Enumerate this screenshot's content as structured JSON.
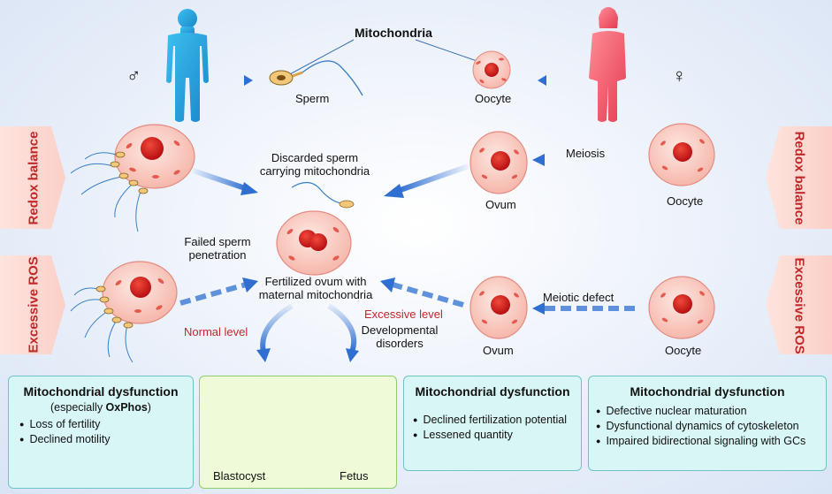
{
  "labels": {
    "mitochondria": "Mitochondria",
    "male_symbol": "♂",
    "female_symbol": "♀",
    "sperm": "Sperm",
    "oocyte_top": "Oocyte",
    "discarded_line1": "Discarded sperm",
    "discarded_line2": "carrying mitochondria",
    "meiosis": "Meiosis",
    "ovum_mid": "Ovum",
    "oocyte_mid": "Oocyte",
    "failed_line1": "Failed sperm",
    "failed_line2": "penetration",
    "fertilized_line1": "Fertilized ovum with",
    "fertilized_line2": "maternal mitochondria",
    "meiotic_defect": "Meiotic defect",
    "excessive_level": "Excessive level",
    "normal_level": "Normal level",
    "dev_line1": "Developmental",
    "dev_line2": "disorders",
    "ovum_low": "Ovum",
    "oocyte_low": "Oocyte",
    "redox_left": "Redox balance",
    "redox_right": "Redox balance",
    "ros_left": "Excessive ROS",
    "ros_right": "Excessive ROS"
  },
  "boxes": {
    "sperm_box": {
      "title": "Mitochondrial dysfunction",
      "sub_prefix": "(especially ",
      "sub_bold": "OxPhos",
      "sub_suffix": ")",
      "items": [
        "Loss of fertility",
        "Declined motility"
      ]
    },
    "embryo_box": {
      "blastocyst": "Blastocyst",
      "fetus": "Fetus"
    },
    "fert_box": {
      "title": "Mitochondrial dysfunction",
      "items": [
        "Declined fertilization potential",
        "Lessened quantity"
      ]
    },
    "oocyte_box": {
      "title": "Mitochondrial dysfunction",
      "items": [
        "Defective nuclear maturation",
        "Dysfunctional dynamics of cytoskeleton",
        "Impaired bidirectional signaling with GCs"
      ]
    }
  },
  "colors": {
    "male": "#29a7e1",
    "female": "#f0556a",
    "arrow": "#2e6fd1",
    "cell_fill": "#fbd5cd",
    "nucleus": "#d81f1f",
    "accent_red": "#c0282a"
  }
}
